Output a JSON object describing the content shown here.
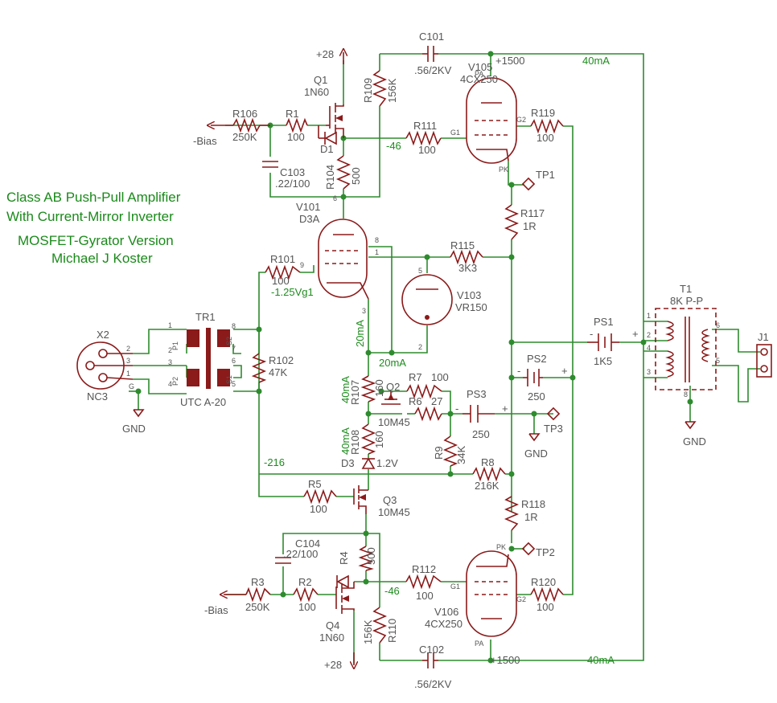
{
  "title": {
    "line1": "Class AB Push-Pull Amplifier",
    "line2": "With Current-Mirror Inverter",
    "line3": "MOSFET-Gyrator Version",
    "line4": "Michael J Koster"
  },
  "labels": {
    "c101": [
      "C101",
      ".56/2KV"
    ],
    "c102": [
      "C102",
      ".56/2KV"
    ],
    "c103": [
      "C103",
      ".22/100"
    ],
    "c104": [
      "C104",
      ".22/100"
    ],
    "r109": [
      "R109",
      "156K"
    ],
    "r110": [
      "R110",
      "156K"
    ],
    "v105": [
      "V105",
      "4CX250"
    ],
    "v106": [
      "V106",
      "4CX250"
    ],
    "v101": [
      "V101",
      "D3A"
    ],
    "v103": [
      "V103",
      "VR150"
    ],
    "q1": [
      "Q1",
      "1N60"
    ],
    "q4": [
      "Q4",
      "1N60"
    ],
    "q2": [
      "Q2",
      "10M45"
    ],
    "q3": [
      "Q3",
      "10M45"
    ],
    "r106": [
      "R106",
      "250K"
    ],
    "r3": [
      "R3",
      "250K"
    ],
    "r1": [
      "R1",
      "100"
    ],
    "r2": [
      "R2",
      "100"
    ],
    "r111": [
      "R111",
      "100"
    ],
    "r112": [
      "R112",
      "100"
    ],
    "r119": [
      "R119",
      "100"
    ],
    "r120": [
      "R120",
      "100"
    ],
    "r104": [
      "R104",
      "500"
    ],
    "r4": [
      "R4",
      "500"
    ],
    "r117": [
      "R117",
      "1R"
    ],
    "r118": [
      "R118",
      "1R"
    ],
    "r115": [
      "R115",
      "3K3"
    ],
    "r101": [
      "R101",
      "100"
    ],
    "r102": [
      "R102",
      "47K"
    ],
    "r107": [
      "R107",
      "160"
    ],
    "r108": [
      "R108",
      "160"
    ],
    "r7": [
      "R7",
      "100"
    ],
    "r6": [
      "R6",
      "27"
    ],
    "r9": [
      "R9",
      "34K"
    ],
    "r8": [
      "R8",
      "216K"
    ],
    "r5": [
      "R5",
      "100"
    ],
    "d1": "D1",
    "d3": [
      "D3",
      "1.2V"
    ],
    "ps1": [
      "PS1",
      "1K5"
    ],
    "ps2": [
      "PS2",
      "250"
    ],
    "ps3": [
      "PS3",
      "250"
    ],
    "tr1": [
      "TR1",
      "UTC A-20"
    ],
    "t1": [
      "T1",
      "8K P-P"
    ],
    "x2": [
      "X2",
      "NC3"
    ],
    "j1": "J1",
    "tp1": "TP1",
    "tp2": "TP2",
    "tp3": "TP3",
    "gnd": "GND",
    "bias": "-Bias",
    "p28": "+28",
    "p1500": "+1500",
    "pin_pa": "PA",
    "pin_pk": "PK",
    "pin_g1": "G1",
    "pin_g2": "G2",
    "pin_g": "G",
    "tr_p1": "P1",
    "tr_p2": "P2",
    "tr_s1": "S1",
    "tr_s2": "S2",
    "plus": "+",
    "minus": "-"
  },
  "net_labels": {
    "i40_top": "40mA",
    "i40_bot": "40mA",
    "v46_top": "-46",
    "v46_bot": "-46",
    "vg1": "-1.25Vg1",
    "i20a": "20mA",
    "i20b": "20mA",
    "i40a": "40mA",
    "i40b": "40mA",
    "v216": "-216"
  },
  "colors": {
    "wire": "#2e8b2e",
    "component": "#8b1a1a",
    "text": "#555555",
    "title": "#1a8a1a"
  }
}
